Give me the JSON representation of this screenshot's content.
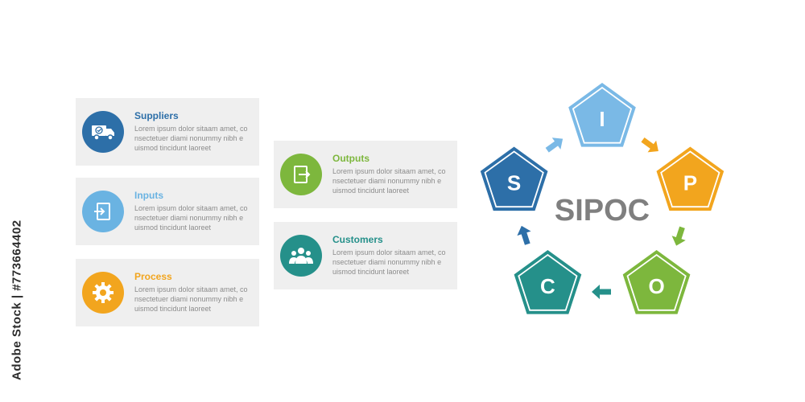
{
  "cards": [
    {
      "title": "Suppliers",
      "color": "#2d6fa8",
      "icon": "truck-icon",
      "text": [
        "Lorem ipsum dolor sitaam amet, co",
        "nsectetuer diami nonummy  nibh e",
        "uismod tincidunt laoreet"
      ]
    },
    {
      "title": "Inputs",
      "color": "#6ab3e2",
      "icon": "input-icon",
      "text": [
        "Lorem ipsum dolor sitaam amet, co",
        "nsectetuer diami nonummy  nibh e",
        "uismod tincidunt laoreet"
      ]
    },
    {
      "title": "Process",
      "color": "#f2a51e",
      "icon": "gear-icon",
      "text": [
        "Lorem ipsum dolor sitaam amet, co",
        "nsectetuer diami nonummy  nibh e",
        "uismod tincidunt laoreet"
      ]
    },
    {
      "title": "Outputs",
      "color": "#7db73d",
      "icon": "output-icon",
      "text": [
        "Lorem ipsum dolor sitaam amet, co",
        "nsectetuer diami nonummy  nibh e",
        "uismod tincidunt laoreet"
      ]
    },
    {
      "title": "Customers",
      "color": "#25908a",
      "icon": "people-icon",
      "text": [
        "Lorem ipsum dolor sitaam amet, co",
        "nsectetuer diami nonummy  nibh e",
        "uismod tincidunt laoreet"
      ]
    }
  ],
  "cycle": {
    "center_label": "SIPOC",
    "center_color": "#7f7f7f",
    "nodes": [
      {
        "letter": "I",
        "color": "#7ab9e6"
      },
      {
        "letter": "P",
        "color": "#f2a51e"
      },
      {
        "letter": "O",
        "color": "#7db73d"
      },
      {
        "letter": "C",
        "color": "#25908a"
      },
      {
        "letter": "S",
        "color": "#2d6fa8"
      }
    ]
  },
  "watermark": {
    "text": "Adobe Stock | #773664402"
  }
}
